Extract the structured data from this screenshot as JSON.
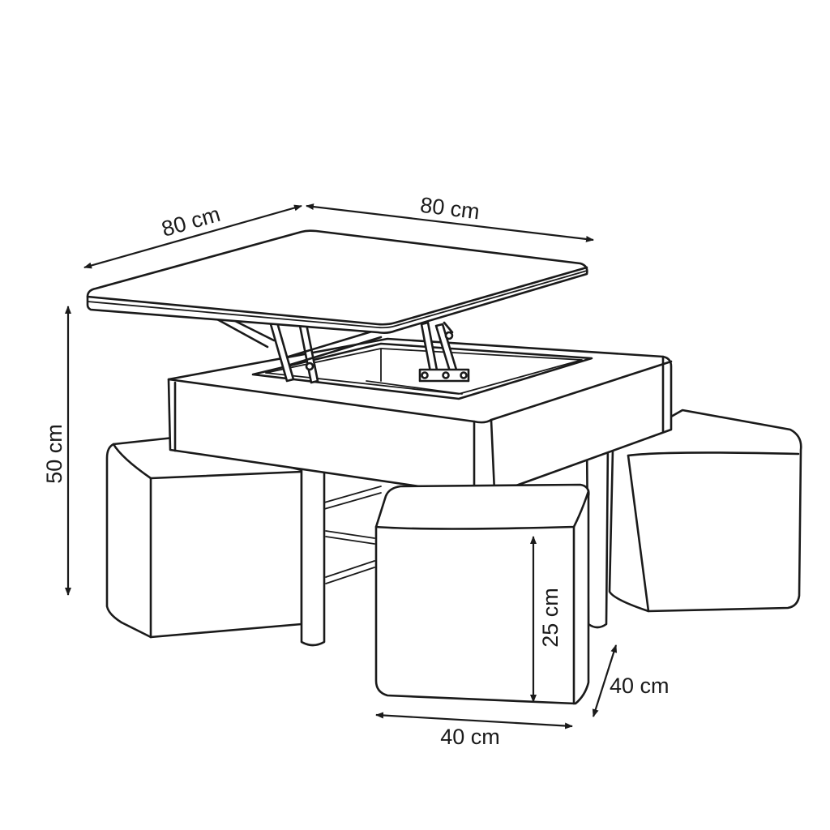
{
  "diagram": {
    "dimensions": {
      "top_left_width": "80 cm",
      "top_right_depth": "80 cm",
      "table_height": "50 cm",
      "pouf_height": "25 cm",
      "pouf_depth": "40 cm",
      "pouf_width": "40 cm"
    },
    "colors": {
      "line": "#1a1a1a",
      "background": "#ffffff"
    }
  }
}
